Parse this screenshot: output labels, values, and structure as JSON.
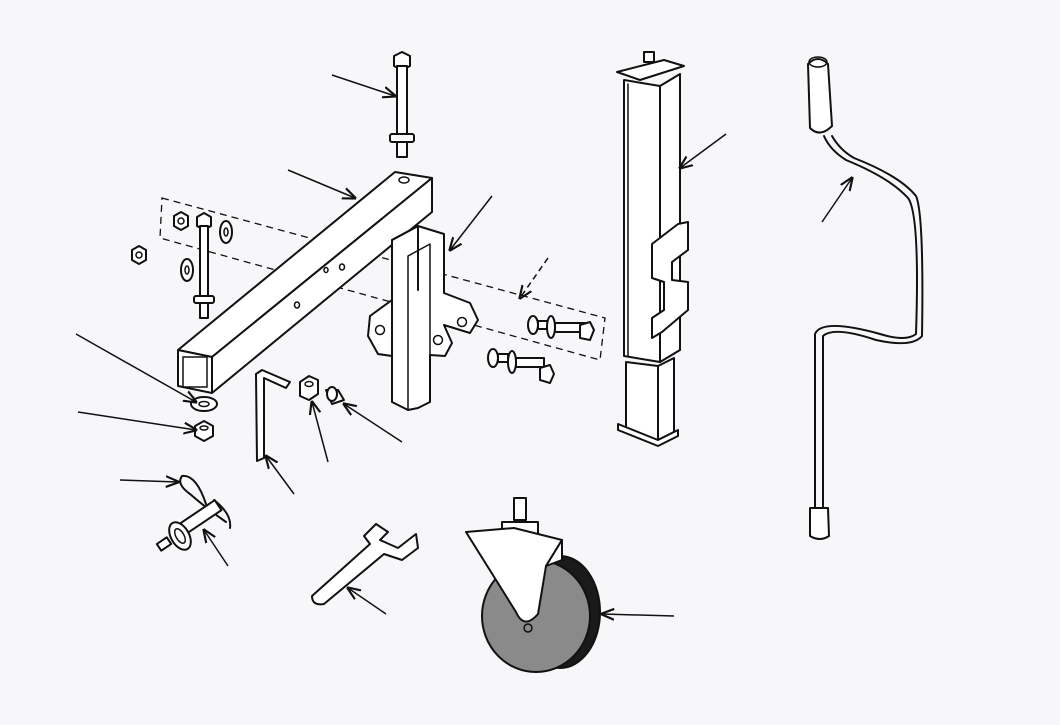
{
  "diagram": {
    "colors": {
      "background": "#f7f7f9",
      "outline": "#111111",
      "part_fill": "#ffffff",
      "wheel_face": "#8a8a8a",
      "tire": "#1a1a1a"
    },
    "parts": [
      "long-bolt",
      "square-tube",
      "mounting-bracket",
      "hardware-group",
      "jack-column",
      "crank-handle",
      "flat-washer",
      "lock-nut",
      "hitch-pin",
      "hex-key",
      "hex-nut",
      "spacer-sleeve",
      "wrench",
      "caster-wheel"
    ]
  }
}
